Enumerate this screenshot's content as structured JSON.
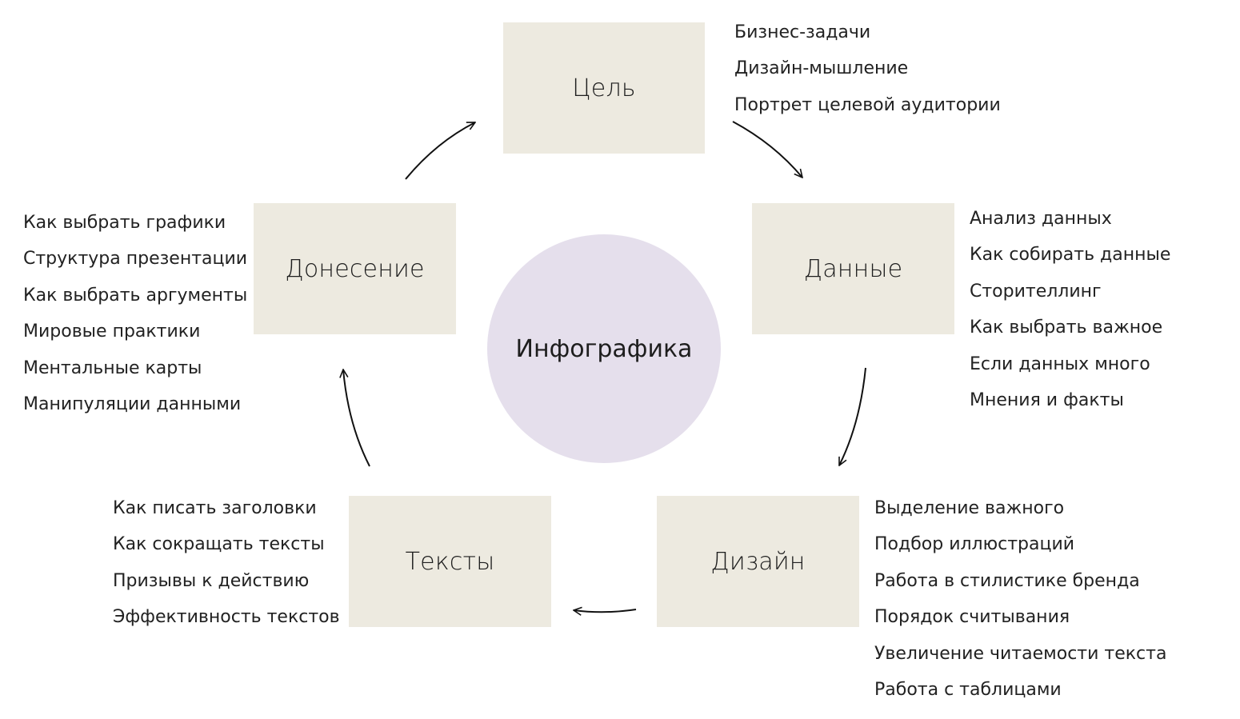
{
  "center": "Инфографика",
  "stages": {
    "goal": {
      "label": "Цель",
      "items": [
        "Бизнес-задачи",
        "Дизайн-мышление",
        "Портрет целевой аудитории"
      ]
    },
    "data": {
      "label": "Данные",
      "items": [
        "Анализ данных",
        "Как собирать данные",
        "Сторителлинг",
        "Как выбрать важное",
        "Если данных много",
        "Мнения и факты"
      ]
    },
    "design": {
      "label": "Дизайн",
      "items": [
        "Выделение важного",
        "Подбор иллюстраций",
        "Работа в стилистике бренда",
        "Порядок считывания",
        "Увеличение читаемости текста",
        "Работа с таблицами"
      ]
    },
    "texts": {
      "label": "Тексты",
      "items": [
        "Как писать заголовки",
        "Как сокращать тексты",
        "Призывы к действию",
        "Эффективность текстов"
      ]
    },
    "delivery": {
      "label": "Донесение",
      "items": [
        "Как выбрать графики",
        "Структура презентации",
        "Как выбрать аргументы",
        "Мировые практики",
        "Ментальные карты",
        "Манипуляции данными"
      ]
    }
  },
  "colors": {
    "box": "#edeae0",
    "circle": "#e5dfec",
    "arrow": "#111111"
  }
}
